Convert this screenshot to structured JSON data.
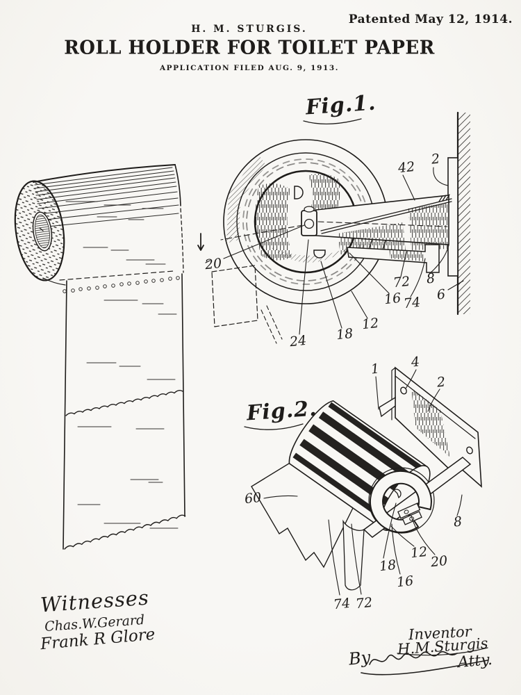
{
  "page": {
    "background": "#f8f7f4",
    "ink": "#1e1c1a"
  },
  "header": {
    "patented": "Patented May 12, 1914.",
    "inventor_name": "H. M. STURGIS.",
    "title": "ROLL HOLDER FOR TOILET PAPER",
    "application_line": "APPLICATION FILED AUG. 9, 1913."
  },
  "figures": {
    "fig1": {
      "label": "Fig.1.",
      "refs": [
        "42",
        "2",
        "20",
        "24",
        "18",
        "12",
        "16",
        "74",
        "72",
        "8",
        "6"
      ]
    },
    "fig2": {
      "label": "Fig.2.",
      "refs": [
        "1",
        "4",
        "2",
        "60",
        "8",
        "20",
        "12",
        "18",
        "16",
        "74",
        "72"
      ]
    }
  },
  "witnesses": {
    "heading": "Witnesses",
    "signatures": [
      "Chas.W.Gerard",
      "Frank R Glore"
    ]
  },
  "inventor_block": {
    "heading": "Inventor",
    "name": "H.M.Sturgis",
    "by_label": "By",
    "attorney_suffix": "Atty."
  }
}
